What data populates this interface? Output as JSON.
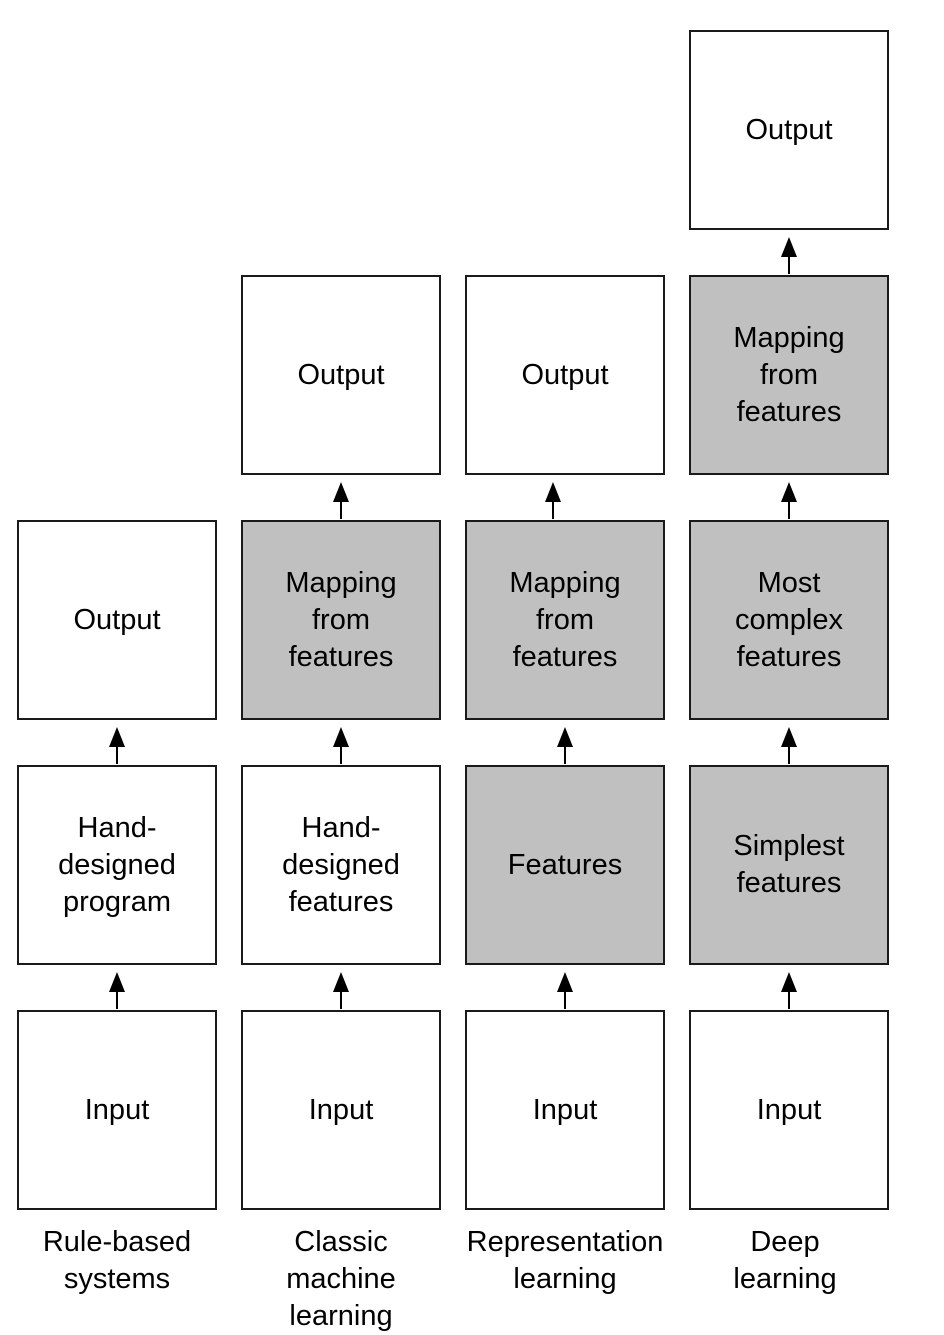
{
  "columns": [
    {
      "label": "Rule-based\nsystems",
      "boxes": [
        {
          "text": "Input",
          "learned": false
        },
        {
          "text": "Hand-\ndesigned\nprogram",
          "learned": false
        },
        {
          "text": "Output",
          "learned": false
        }
      ]
    },
    {
      "label": "Classic\nmachine\nlearning",
      "boxes": [
        {
          "text": "Input",
          "learned": false
        },
        {
          "text": "Hand-\ndesigned\nfeatures",
          "learned": false
        },
        {
          "text": "Mapping\nfrom\nfeatures",
          "learned": true
        },
        {
          "text": "Output",
          "learned": false
        }
      ]
    },
    {
      "label": "Representation\nlearning",
      "boxes": [
        {
          "text": "Input",
          "learned": false
        },
        {
          "text": "Features",
          "learned": true
        },
        {
          "text": "Mapping\nfrom\nfeatures",
          "learned": true
        },
        {
          "text": "Output",
          "learned": false
        }
      ]
    },
    {
      "label": "Deep\nlearning",
      "boxes": [
        {
          "text": "Input",
          "learned": false
        },
        {
          "text": "Simplest\nfeatures",
          "learned": true
        },
        {
          "text": "Most\ncomplex\nfeatures",
          "learned": true
        },
        {
          "text": "Mapping\nfrom\nfeatures",
          "learned": true
        },
        {
          "text": "Output",
          "learned": false
        }
      ]
    }
  ],
  "colors": {
    "learned_fill": "#c0c0c0",
    "plain_fill": "#ffffff",
    "stroke": "#1a1a1a"
  }
}
